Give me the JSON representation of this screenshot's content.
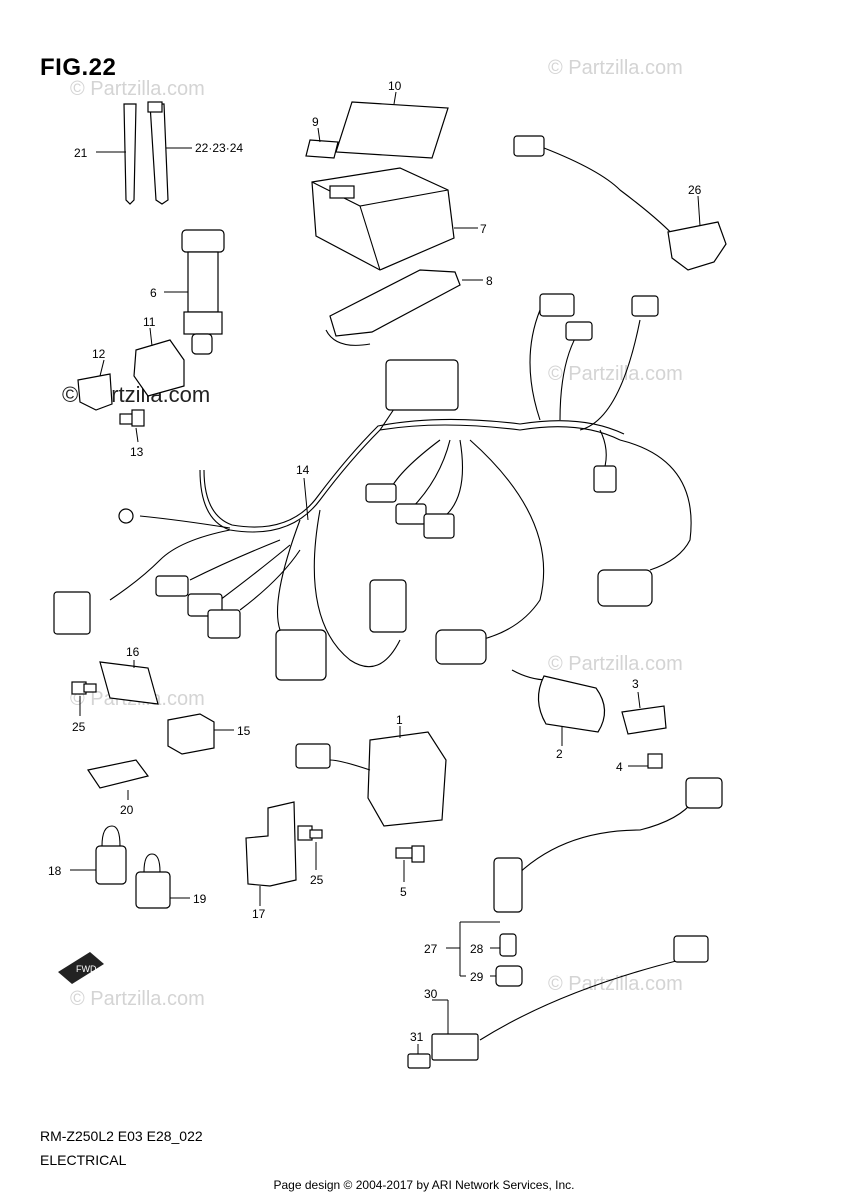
{
  "figure_title": "FIG.22",
  "watermark": "© Partzilla.com",
  "model_code": "RM-Z250L2 E03 E28_022",
  "section": "ELECTRICAL",
  "credit": "Page design © 2004-2017 by ARI Network Services, Inc.",
  "fwd_label": "FWD",
  "callouts": {
    "c1": "1",
    "c2": "2",
    "c3": "3",
    "c4": "4",
    "c5": "5",
    "c6": "6",
    "c7": "7",
    "c8": "8",
    "c9": "9",
    "c10": "10",
    "c11": "11",
    "c12": "12",
    "c13": "13",
    "c14": "14",
    "c15": "15",
    "c16": "16",
    "c17": "17",
    "c18": "18",
    "c19": "19",
    "c20": "20",
    "c21": "21",
    "c22": "22·23·24",
    "c25a": "25",
    "c25b": "25",
    "c26": "26",
    "c27": "27",
    "c28": "28",
    "c29": "29",
    "c30": "30",
    "c31": "31"
  }
}
